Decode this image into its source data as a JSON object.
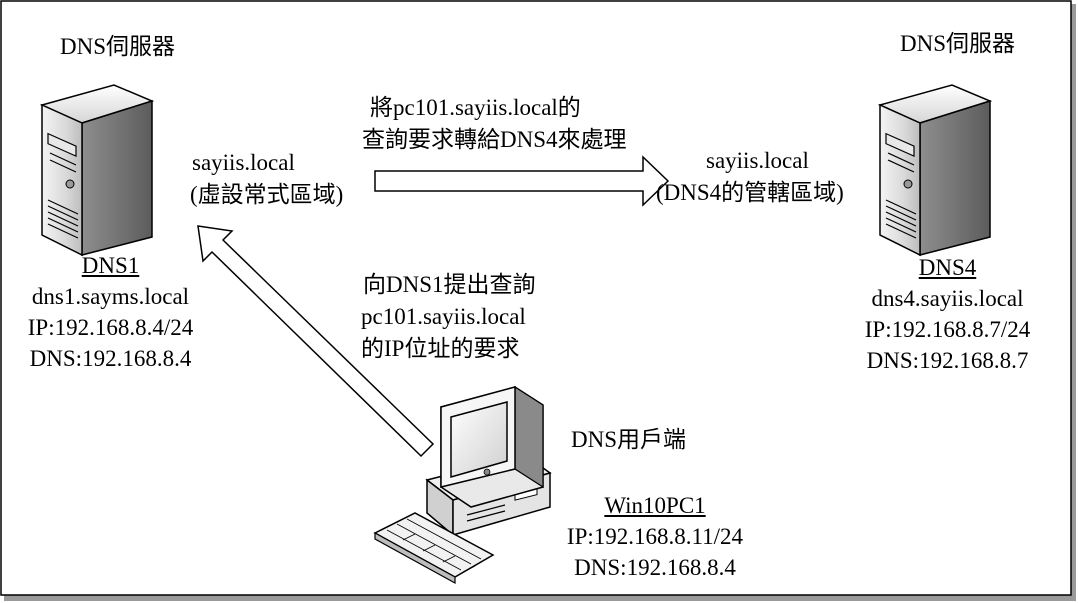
{
  "left_server": {
    "role_label": "DNS伺服器",
    "name": "DNS1",
    "fqdn": "dns1.sayms.local",
    "ip": "IP:192.168.8.4/24",
    "dns": "DNS:192.168.8.4",
    "zone_name": "sayiis.local",
    "zone_type": "(虛設常式區域)"
  },
  "right_server": {
    "role_label": "DNS伺服器",
    "name": "DNS4",
    "fqdn": "dns4.sayiis.local",
    "ip": "IP:192.168.8.7/24",
    "dns": "DNS:192.168.8.7",
    "zone_name": "sayiis.local",
    "zone_type": "(DNS4的管轄區域)"
  },
  "forward_note": {
    "line1": "將pc101.sayiis.local的",
    "line2": "查詢要求轉給DNS4來處理"
  },
  "query_note": {
    "line1": "向DNS1提出查詢",
    "line2": "pc101.sayiis.local",
    "line3": "的IP位址的要求"
  },
  "client": {
    "role_label": "DNS用戶端",
    "name": "Win10PC1",
    "ip": "IP:192.168.8.11/24",
    "dns": "DNS:192.168.8.4"
  }
}
